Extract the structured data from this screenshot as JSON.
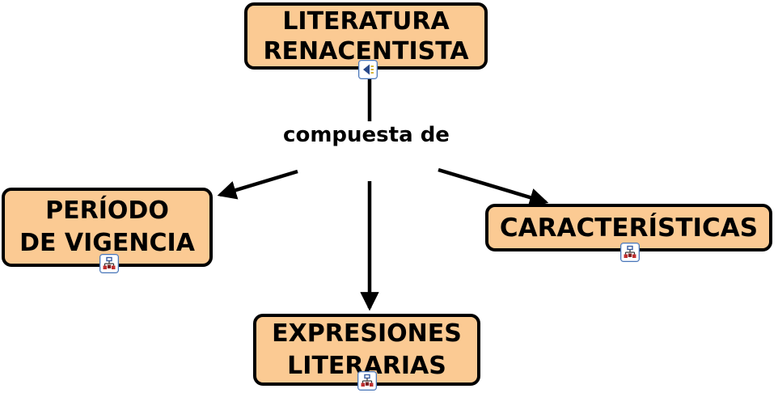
{
  "diagram_type": "concept-map",
  "style": {
    "background": "#FFFFFF",
    "node_fill": "#FBCA93",
    "node_border": "#000000",
    "text_color": "#000000",
    "arrow_color": "#000000",
    "resource_icon_border": "#4A76B8",
    "speaker_glyph_color": "#2A4A8B",
    "speaker_wave_color": "#D9B83C",
    "tree_glyph_blue": "#3A5FA5",
    "tree_glyph_red": "#C03030"
  },
  "nodes": {
    "root": {
      "line1": "LITERATURA",
      "line2": "RENACENTISTA",
      "icon": "speaker-icon"
    },
    "periodo": {
      "line1": "PERÍODO",
      "line2": "DE VIGENCIA",
      "icon": "linked-map-icon"
    },
    "caracteristicas": {
      "line1": "CARACTERÍSTICAS",
      "icon": "linked-map-icon"
    },
    "expresiones": {
      "line1": "EXPRESIONES",
      "line2": "LITERARIAS",
      "icon": "linked-map-icon"
    }
  },
  "linking_phrase": {
    "line1": "compuesta",
    "line2": "de"
  }
}
